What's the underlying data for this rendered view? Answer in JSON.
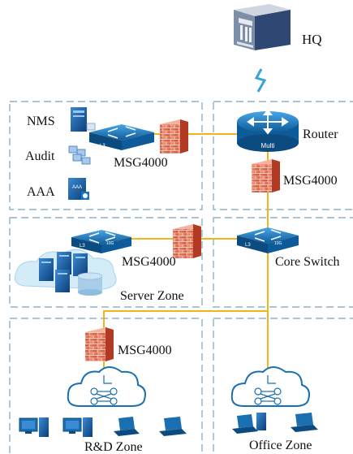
{
  "hq": {
    "label": "HQ"
  },
  "router": {
    "label": "Router",
    "badge": "Multi"
  },
  "management": {
    "nms_label": "NMS",
    "audit_label": "Audit",
    "aaa_label": "AAA",
    "aaa_badge": "AAA",
    "switch_badge": "L3",
    "firewall_label": "MSG4000"
  },
  "router_firewall": {
    "label": "MSG4000"
  },
  "server_zone": {
    "label": "Server Zone",
    "firewall_label": "MSG4000",
    "switch_badge": "L3",
    "switch_speed": "10G"
  },
  "core": {
    "label": "Core Switch",
    "badge": "L3",
    "speed": "10G"
  },
  "rd_zone": {
    "label": "R&D Zone",
    "firewall_label": "MSG4000"
  },
  "office_zone": {
    "label": "Office Zone"
  },
  "colors": {
    "link": "#f2b417",
    "zone_border": "#8fb2c8",
    "device_blue": "#1a6fb0",
    "firewall": "#e07052",
    "cloud": "#dff0fa"
  }
}
